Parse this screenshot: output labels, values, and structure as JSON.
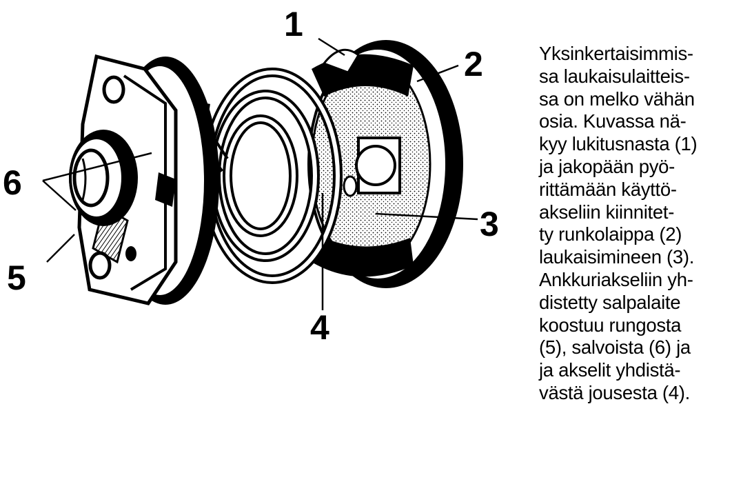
{
  "callouts": {
    "c1": "1",
    "c2": "2",
    "c3": "3",
    "c4": "4",
    "c5": "5",
    "c6": "6"
  },
  "caption": {
    "lines": [
      "Yksinkertaisimmis-",
      "sa laukaisulaitteis-",
      "sa on melko vähän",
      "osia. Kuvassa nä-",
      "kyy lukitusnasta (1)",
      "ja jakopään pyö-",
      "rittämään käyttö-",
      "akseliin kiinnitet-",
      "ty runkolaippa (2)",
      "laukaisimineen (3).",
      "Ankkuriakseliin yh-",
      "distetty salpalaite",
      "koostuu rungosta",
      "(5), salvoista (6) ja",
      "ja akselit yhdistä-",
      "västä jousesta (4)."
    ]
  }
}
